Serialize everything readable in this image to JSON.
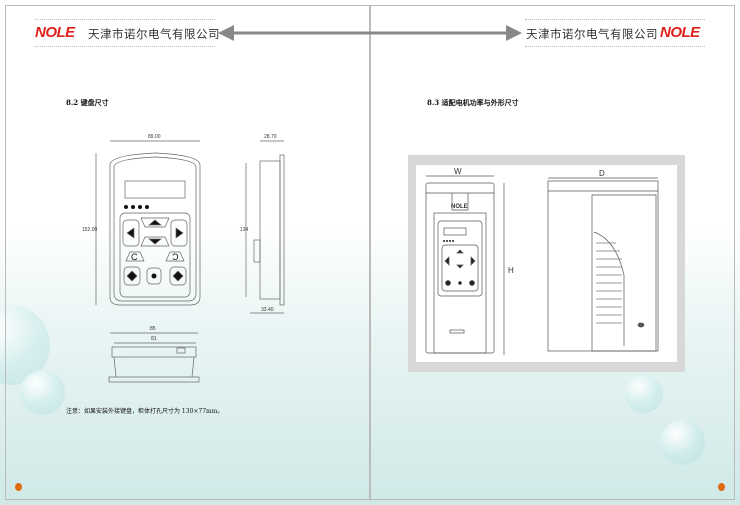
{
  "header": {
    "company_name": "天津市诺尔电气有限公司",
    "logo_text": "NOLE"
  },
  "left_page": {
    "section_title": "8.2 键盘尺寸",
    "dims": {
      "width": "89.00",
      "height": "152.00",
      "depth_top": "28.70",
      "side_height": "134",
      "depth_bottom": "33.40",
      "cutout_outer": "85",
      "cutout_inner": "81"
    },
    "note": "注意：如果安装外接键盘，柜体打孔尺寸为 130×77mm。"
  },
  "right_page": {
    "section_title": "8.3 适配电机功率与外形尺寸",
    "dims": {
      "w": "W",
      "h": "H",
      "d": "D"
    },
    "device_logo": "NOLE"
  },
  "colors": {
    "logo_red": "#e0201a",
    "logo_blue": "#2a3a8c",
    "page_dot": "#e06a10"
  }
}
